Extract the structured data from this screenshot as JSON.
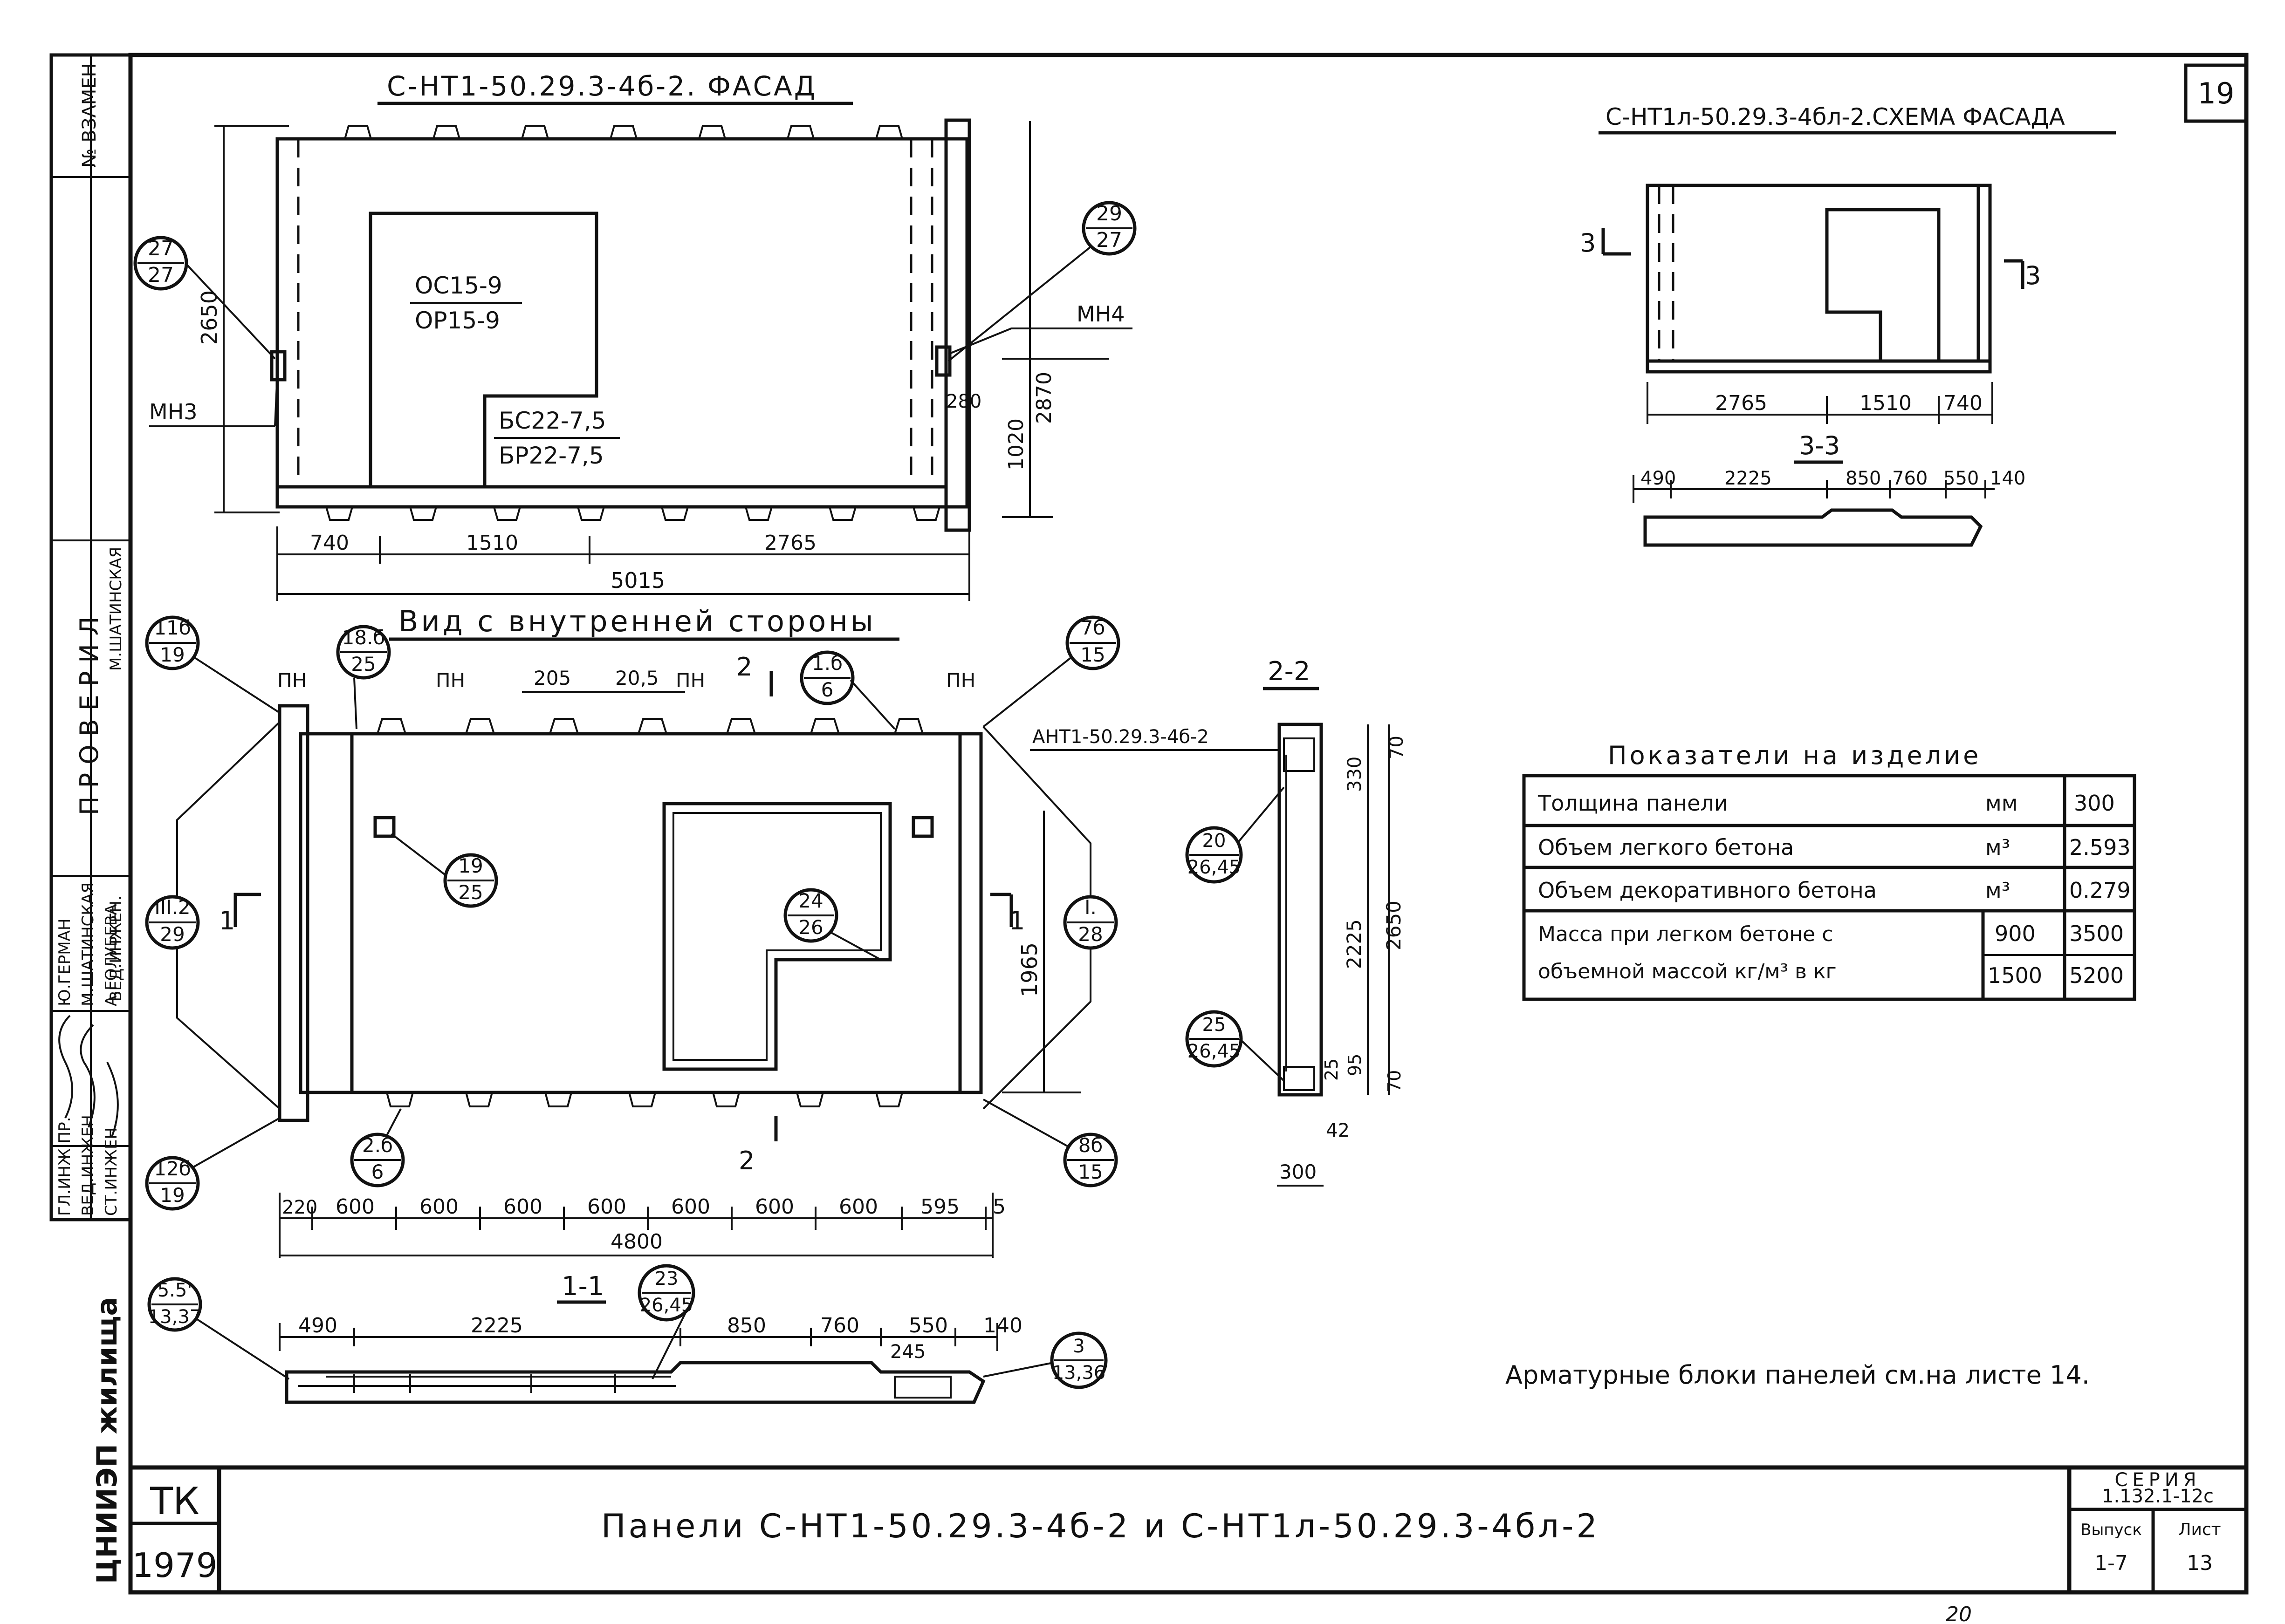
{
  "sheet_number": "19",
  "title_block": {
    "side_stamp": "ЦНИИЭП жилища",
    "tk": "ТК",
    "year": "1979",
    "title": "Панели С-НТ1-50.29.3-4б-2 и С-НТ1л-50.29.3-4бл-2",
    "series_label": "СЕРИЯ",
    "series_value": "1.132.1-12с",
    "issue_label": "Выпуск",
    "issue_value": "1-7",
    "sheet_label": "Лист",
    "sheet_value": "13",
    "below_note": "20"
  },
  "left_stamp": {
    "replace_no": "№ ВЗАМЕН",
    "checked": "ПРОВЕРИЛ",
    "rows": [
      {
        "role": "ГЛ.ИНЖ.ПР.",
        "name": "Ю.ГЕРМАН"
      },
      {
        "role": "ВЕД.ИНЖЕН.",
        "name": "М.ШАТИНСКАЯ"
      },
      {
        "role": "СТ.ИНЖЕН.",
        "name": "А.ГОЛУБЕВА"
      }
    ],
    "checked_role": "ВЕД.ИНЖЕН.",
    "checked_name": "М.ШАТИНСКАЯ"
  },
  "facade": {
    "title": "С-НТ1-50.29.3-4б-2. ФАСАД",
    "window_labels": [
      "ОС15-9",
      "ОР15-9"
    ],
    "door_labels": [
      "БС22-7,5",
      "БР22-7,5"
    ],
    "leaders": [
      {
        "top": "27",
        "bottom": "27"
      },
      {
        "top": "29",
        "bottom": "27"
      }
    ],
    "mn_left": "МН3",
    "mn_right": "МН4",
    "dims": {
      "height": "2650",
      "right_height": "2870",
      "right_low": "1020",
      "small": "280",
      "bottom": [
        "740",
        "1510",
        "2765"
      ],
      "total": "5015"
    }
  },
  "inner_view": {
    "title": "Вид с внутренней стороны",
    "pn": "ПН",
    "dims_top": [
      "205",
      "20,5"
    ],
    "section_mark": "2",
    "section_side": "1",
    "height": "1965",
    "bottom_dims": [
      "220",
      "600",
      "600",
      "600",
      "600",
      "600",
      "600",
      "600",
      "595",
      "5"
    ],
    "total": "4800",
    "leaders": [
      {
        "top": "11б",
        "bottom": "19"
      },
      {
        "top": "18.б",
        "bottom": "25"
      },
      {
        "top": "1.б",
        "bottom": "6"
      },
      {
        "top": "7б",
        "bottom": "15"
      },
      {
        "top": "19",
        "bottom": "25"
      },
      {
        "top": "24",
        "bottom": "26"
      },
      {
        "top": "III.2",
        "bottom": "29"
      },
      {
        "top": "I.",
        "bottom": "28"
      },
      {
        "top": "2.б",
        "bottom": "6"
      },
      {
        "top": "8б",
        "bottom": "15"
      },
      {
        "top": "12б",
        "bottom": "19"
      }
    ]
  },
  "section_1": {
    "title": "1-1",
    "dims": [
      "490",
      "2225",
      "850",
      "760",
      "550",
      "140"
    ],
    "small": "245",
    "leaders": [
      {
        "top": "5.5'",
        "bottom": "13,37"
      },
      {
        "top": "23",
        "bottom": "26,45"
      },
      {
        "top": "3",
        "bottom": "13,36"
      }
    ]
  },
  "section_2": {
    "title": "2-2",
    "block_label": "АНТ1-50.29.3-4б-2",
    "dims": [
      "70",
      "330",
      "2225",
      "2650",
      "25",
      "95",
      "70",
      "42",
      "300"
    ],
    "leaders": [
      {
        "top": "20",
        "bottom": "26,45"
      },
      {
        "top": "25",
        "bottom": "26,45"
      }
    ]
  },
  "scheme": {
    "title": "С-НТ1л-50.29.3-4бл-2.СХЕМА ФАСАДА",
    "mark": "3",
    "dims": [
      "2765",
      "1510",
      "740"
    ],
    "section_title": "3-3",
    "section_dims": [
      "490",
      "2225",
      "850",
      "760",
      "550",
      "140"
    ]
  },
  "indicators": {
    "title": "Показатели на изделие",
    "rows": [
      {
        "label": "Толщина панели",
        "unit": "мм",
        "value": "300"
      },
      {
        "label": "Объем легкого бетона",
        "unit": "м³",
        "value": "2.593"
      },
      {
        "label": "Объем декоративного бетона",
        "unit": "м³",
        "value": "0.279"
      }
    ],
    "mass_label_1": "Масса при легком бетоне с",
    "mass_label_2": "объемной массой кг/м³ в кг",
    "mass_rows": [
      {
        "density": "900",
        "value": "3500"
      },
      {
        "density": "1500",
        "value": "5200"
      }
    ]
  },
  "note": "Арматурные блоки панелей см.на листе 14."
}
